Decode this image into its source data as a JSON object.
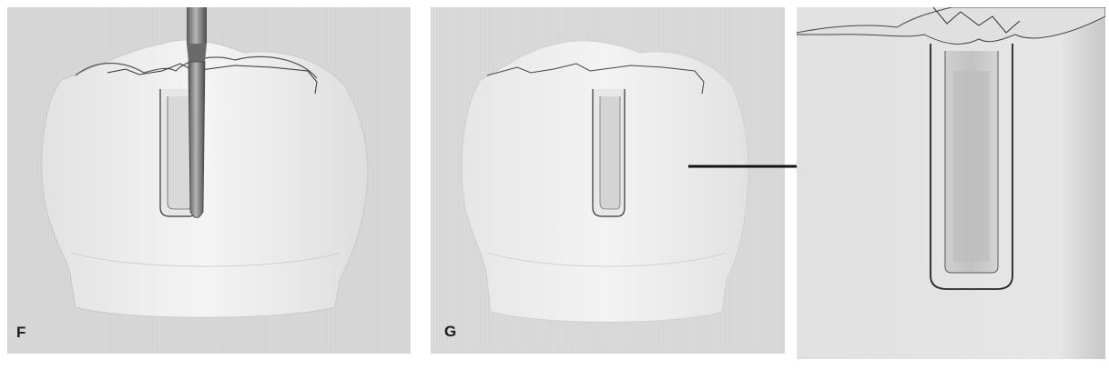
{
  "panels": [
    {
      "id": "F",
      "label": "F",
      "description_tool": "bur"
    },
    {
      "id": "G",
      "label": "G"
    },
    {
      "id": "zoom",
      "label": ""
    }
  ],
  "colors": {
    "background": "#ffffff",
    "panel_bg": "#dcdcdc",
    "tooth_fill": "#eeeeee",
    "outline": "#2a2a2a",
    "bur_metal": "#8a8a8a"
  }
}
